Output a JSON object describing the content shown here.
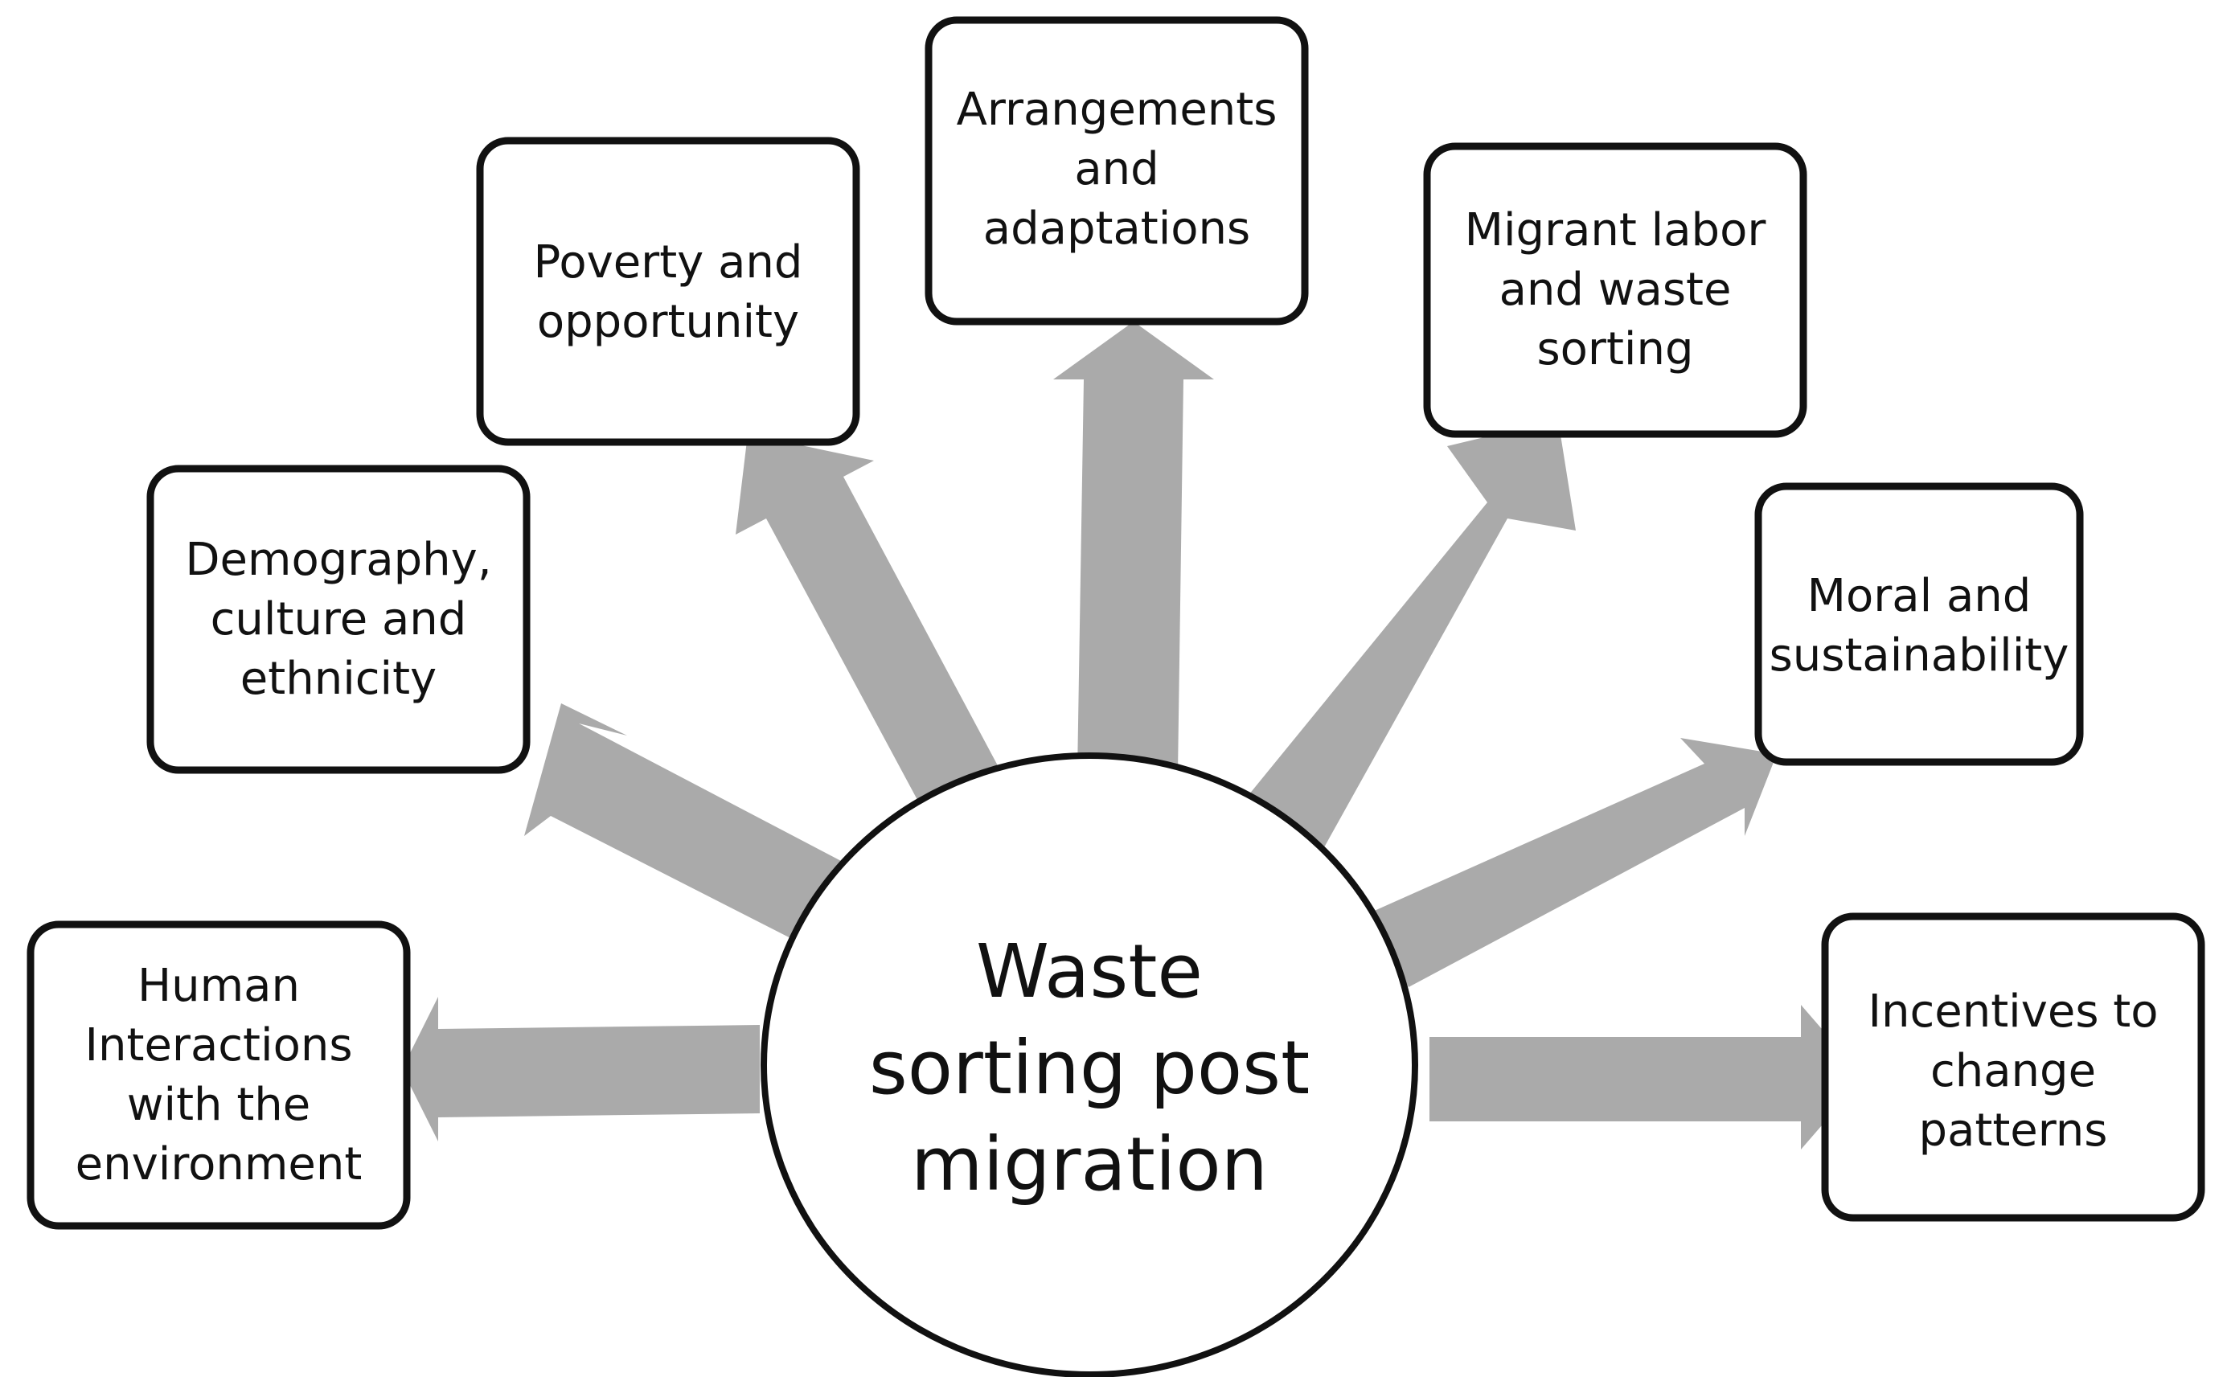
{
  "diagram": {
    "center": {
      "lines": [
        "Waste",
        "sorting post",
        "migration"
      ]
    },
    "nodes": [
      {
        "id": "human-interactions",
        "lines": [
          "Human",
          "Interactions",
          "with the",
          "environment"
        ]
      },
      {
        "id": "demography",
        "lines": [
          "Demography,",
          "culture and",
          "ethnicity"
        ]
      },
      {
        "id": "poverty",
        "lines": [
          "Poverty and",
          "opportunity"
        ]
      },
      {
        "id": "arrangements",
        "lines": [
          "Arrangements",
          "and",
          "adaptations"
        ]
      },
      {
        "id": "migrant-labor",
        "lines": [
          "Migrant labor",
          "and waste",
          "sorting"
        ]
      },
      {
        "id": "moral",
        "lines": [
          "Moral and",
          "sustainability"
        ]
      },
      {
        "id": "incentives",
        "lines": [
          "Incentives to",
          "change",
          "patterns"
        ]
      }
    ],
    "colors": {
      "arrow": "#aaaaaa",
      "stroke": "#111111",
      "background": "#ffffff"
    }
  }
}
